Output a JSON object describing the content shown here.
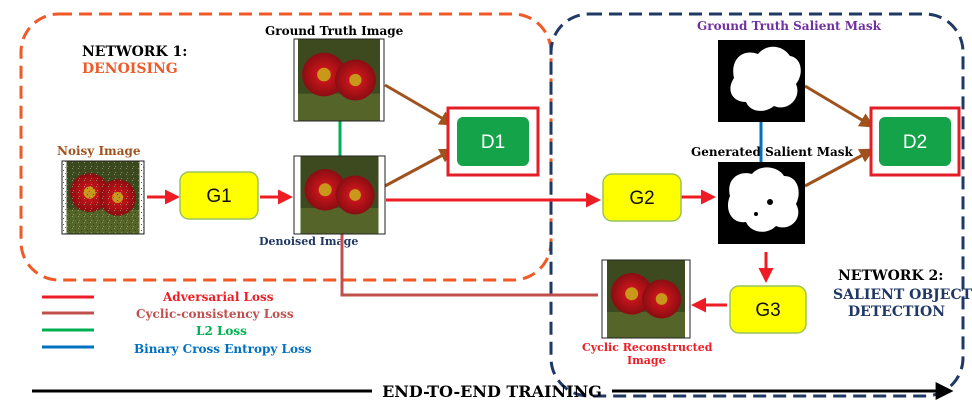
{
  "colors": {
    "network1_border": "#f05a28",
    "network2_border": "#1f3864",
    "generator_fill": "#ffff00",
    "discriminator_fill": "#15a34a",
    "discriminator_frame": "#e41e26",
    "adversarial": "#ee1c24",
    "cyclic": "#c0504d",
    "l2": "#00b050",
    "bce": "#0070c0",
    "gt_arrow": "#a0521c"
  },
  "network1": {
    "title": "NETWORK 1:",
    "subtitle": "DENOISING"
  },
  "network2": {
    "title": "NETWORK 2:",
    "subtitle_line1": "SALIENT  OBJECT",
    "subtitle_line2": "DETECTION"
  },
  "labels": {
    "ground_truth_image": "Ground Truth Image",
    "noisy_image": "Noisy Image",
    "denoised_image": "Denoised Image",
    "ground_truth_mask": "Ground Truth Salient Mask",
    "generated_mask": "Generated  Salient Mask",
    "cyclic_line1": "Cyclic Reconstructed",
    "cyclic_line2": "Image"
  },
  "nodes": {
    "g1": "G1",
    "g2": "G2",
    "g3": "G3",
    "d1": "D1",
    "d2": "D2"
  },
  "legend": [
    {
      "label": "Adversarial Loss",
      "color_key": "adversarial"
    },
    {
      "label": "Cyclic-consistency Loss",
      "color_key": "cyclic"
    },
    {
      "label": "L2 Loss",
      "color_key": "l2"
    },
    {
      "label": "Binary Cross Entropy Loss",
      "color_key": "bce"
    }
  ],
  "footer": "END-TO-END TRAINING"
}
